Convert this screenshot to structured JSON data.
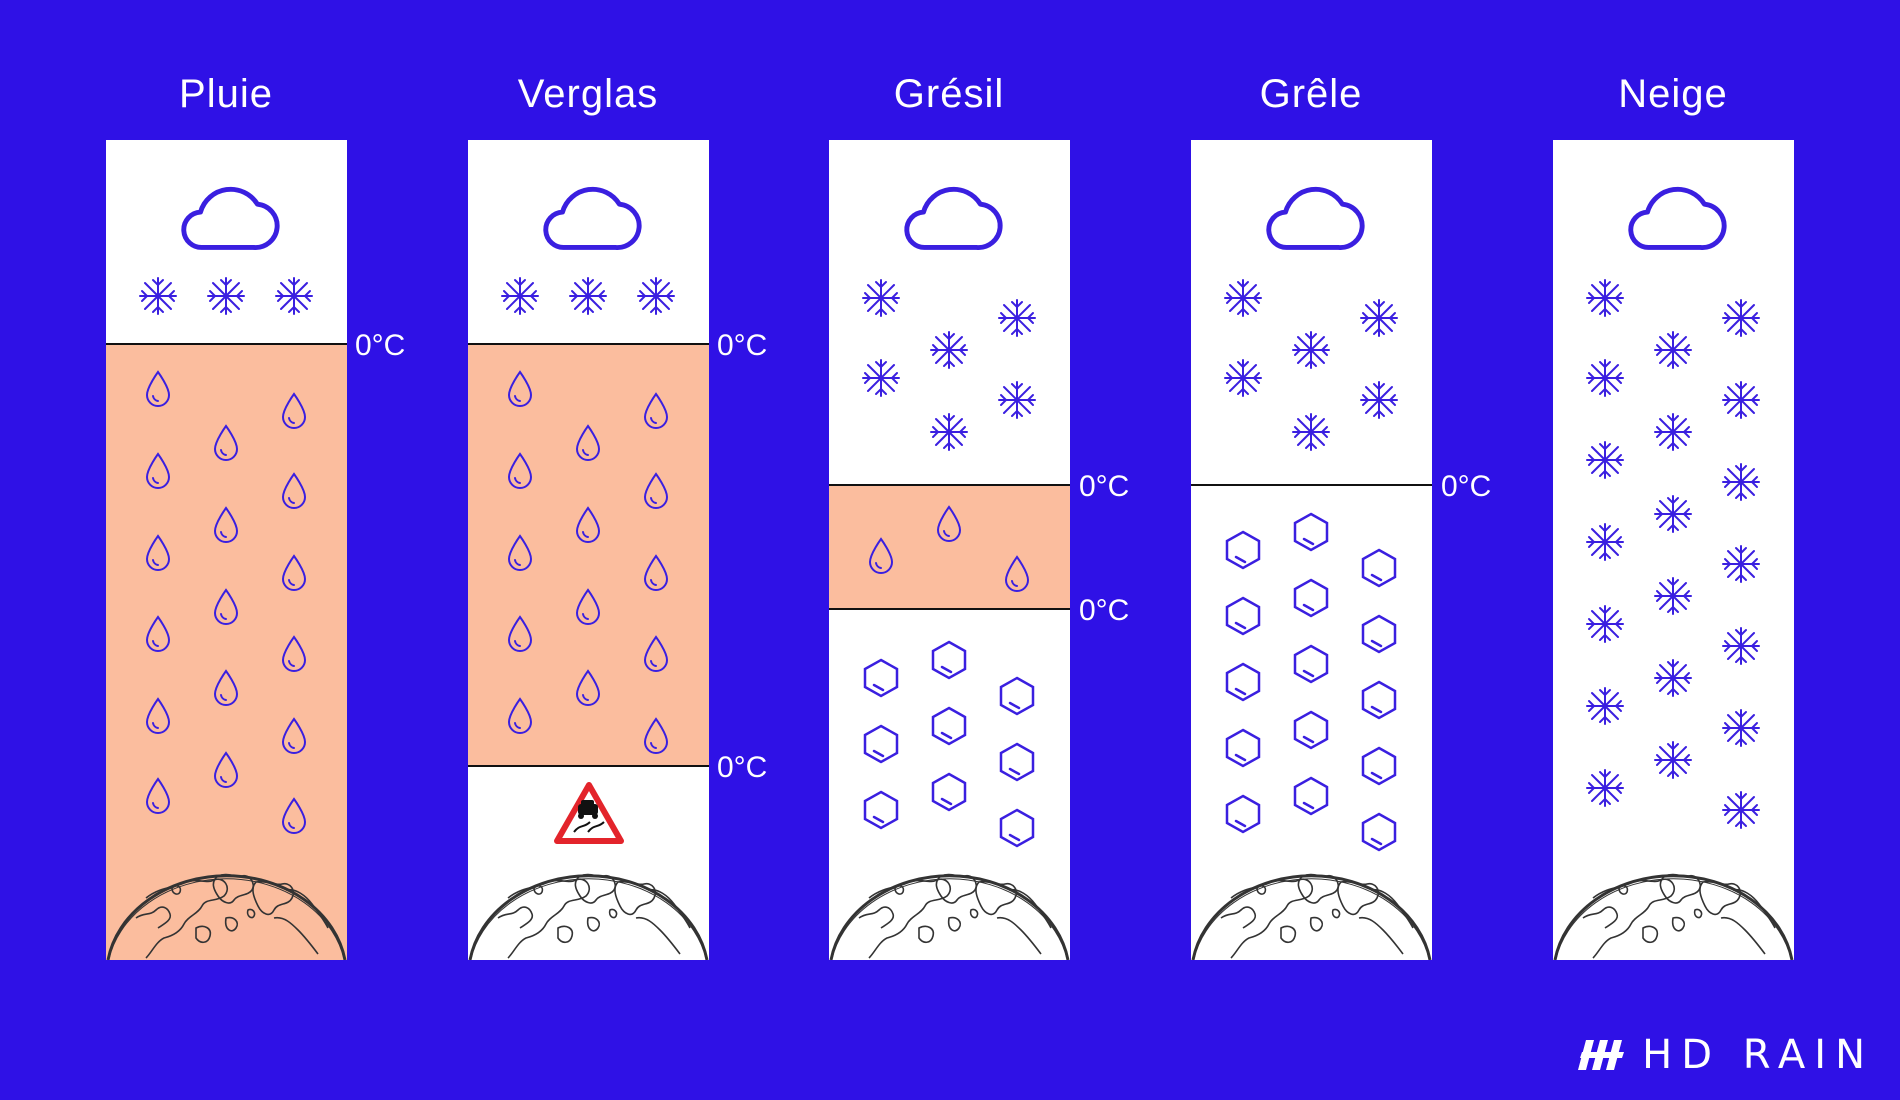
{
  "colors": {
    "background": "#2f11e6",
    "panel": "#ffffff",
    "warm_layer": "#fbbd9e",
    "icon_stroke": "#3a1fe0",
    "line": "#111111"
  },
  "isotherm_label": "0°C",
  "brand": {
    "name": "HD RAIN"
  },
  "columns": [
    {
      "title": "Pluie",
      "layers": [
        "cloud-icon",
        "snowflake-icon",
        "raindrop-icon"
      ],
      "isotherm_labels": [
        "0°C"
      ],
      "warm_to_ground": true
    },
    {
      "title": "Verglas",
      "layers": [
        "cloud-icon",
        "snowflake-icon",
        "raindrop-icon",
        "slippery-road-warning-icon"
      ],
      "isotherm_labels": [
        "0°C",
        "0°C"
      ],
      "warm_to_ground": false
    },
    {
      "title": "Grésil",
      "layers": [
        "cloud-icon",
        "snowflake-icon",
        "raindrop-icon",
        "ice-pellet-icon"
      ],
      "isotherm_labels": [
        "0°C",
        "0°C"
      ],
      "warm_to_ground": false
    },
    {
      "title": "Grêle",
      "layers": [
        "cloud-icon",
        "snowflake-icon",
        "hailstone-icon"
      ],
      "isotherm_labels": [
        "0°C"
      ],
      "warm_to_ground": false
    },
    {
      "title": "Neige",
      "layers": [
        "cloud-icon",
        "snowflake-icon"
      ],
      "isotherm_labels": [],
      "warm_to_ground": false
    }
  ]
}
